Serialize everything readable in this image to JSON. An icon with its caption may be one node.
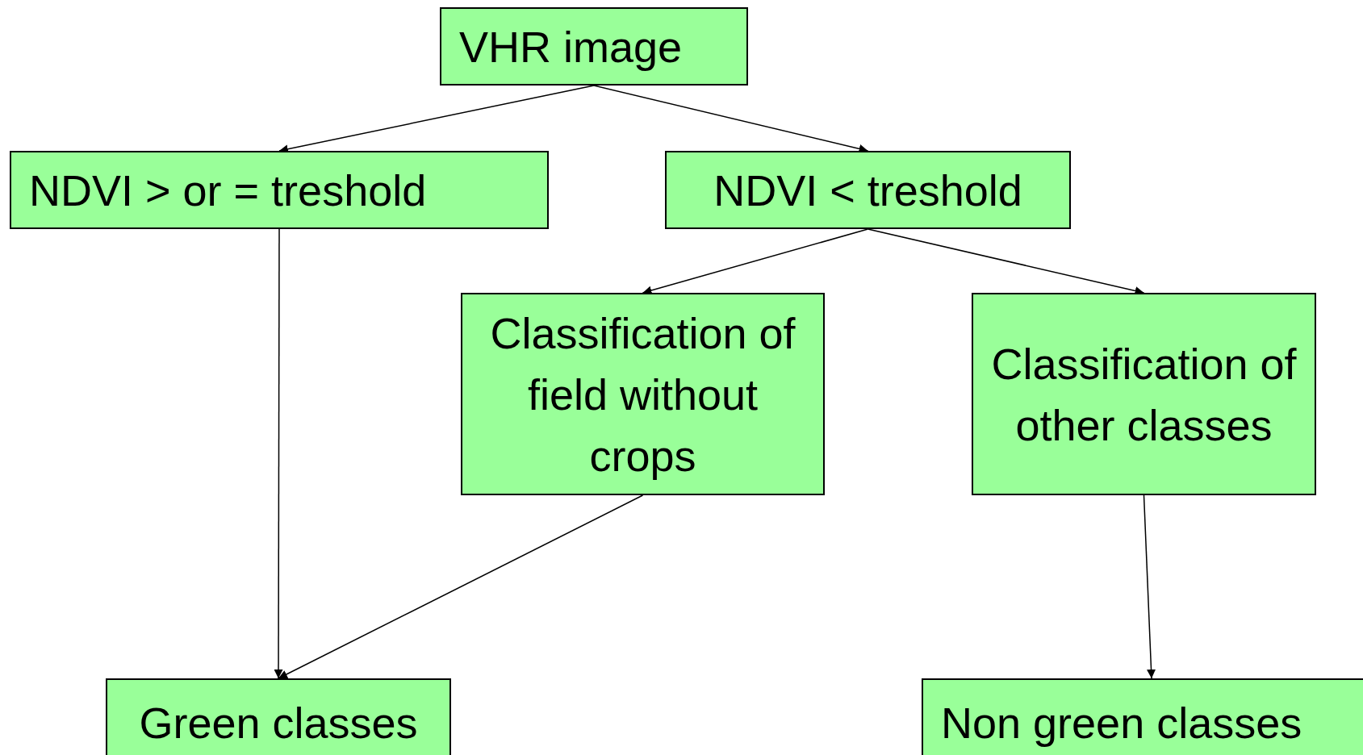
{
  "diagram": {
    "nodes": [
      {
        "text": [
          "VHR image"
        ]
      },
      {
        "text": [
          "NDVI > or = treshold"
        ]
      },
      {
        "text": [
          "NDVI < treshold"
        ]
      },
      {
        "text": [
          "Classification of field without crops"
        ]
      },
      {
        "text": [
          "Classification of other classes"
        ]
      },
      {
        "text": [
          "Green classes"
        ]
      },
      {
        "text": [
          "Non green classes"
        ]
      }
    ],
    "edges": [
      {
        "from": 0,
        "to": 1,
        "arrow": "to"
      },
      {
        "from": 0,
        "to": 2,
        "arrow": "to"
      },
      {
        "from": 2,
        "to": 3,
        "arrow": "to"
      },
      {
        "from": 2,
        "to": 4,
        "arrow": "to"
      },
      {
        "from": 1,
        "to": 5,
        "arrow": "to"
      },
      {
        "from": 3,
        "to": 5,
        "arrow": "to"
      },
      {
        "from": 4,
        "to": 6,
        "arrow": "to"
      }
    ]
  }
}
